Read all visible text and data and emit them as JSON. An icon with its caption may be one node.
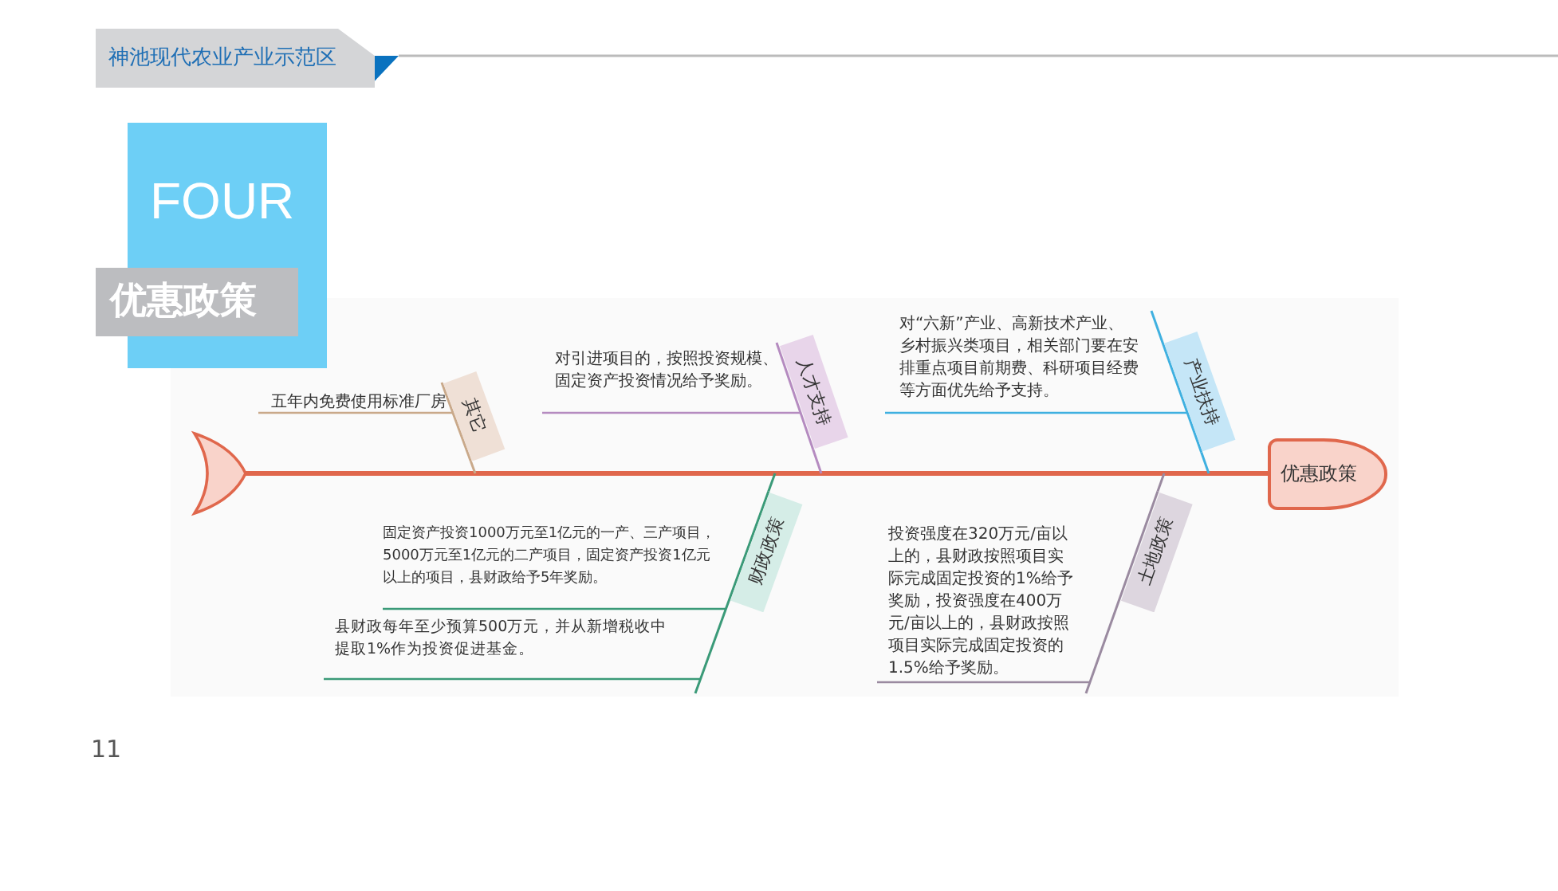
{
  "diagram": {
    "nodes": [
      {
        "text": [
          "神池现代农业产业示范区"
        ]
      },
      {
        "text": [
          "FOUR"
        ]
      },
      {
        "text": [
          "优惠政策"
        ]
      },
      {
        "text": [
          "优惠政策"
        ]
      },
      {
        "text": [],
        "shape": "fin"
      },
      {
        "text": [
          "其它"
        ],
        "beside": [
          "五年内免费使用标准厂房"
        ]
      },
      {
        "text": [
          "人才支持"
        ],
        "beside": [
          "对引进项目的，按照投资规模、固定资产投资情况给予奖励。"
        ]
      },
      {
        "text": [
          "产业扶持"
        ],
        "beside": [
          "对“六新”产业、高新技术产业、乡村振兴类项目，相关部门要在安排重点项目前期费、科研项目经费等方面优先给予支持。"
        ]
      },
      {
        "text": [
          "财政政策"
        ],
        "beside": [
          "固定资产投资1000万元至1亿元的一产、三产项目，5000万元至1亿元的二产项目，固定资产投资1亿元以上的项目，县财政给予5年奖励。",
          "县财政每年至少预算500万元，并从新增税收中提取1%作为投资促进基金。"
        ]
      },
      {
        "text": [
          "土地政策"
        ],
        "beside": [
          "投资强度在320万元/亩以上的，县财政按照项目实际完成固定投资的1%给予奖励，投资强度在400万元/亩以上的，县财政按照项目实际完成固定投资的1.5%给予奖励。"
        ]
      }
    ],
    "edges": [
      {
        "from": 4,
        "to": 3,
        "arrow": "none",
        "style": "thick",
        "color": "#e0674c"
      },
      {
        "from": 5,
        "to": null,
        "arrow": "none",
        "color": "#c9a98a"
      },
      {
        "from": 6,
        "to": null,
        "arrow": "none",
        "color": "#b58bc0"
      },
      {
        "from": 7,
        "to": null,
        "arrow": "none",
        "color": "#3fb0e0"
      },
      {
        "from": 8,
        "to": null,
        "arrow": "none",
        "color": "#3a9a78"
      },
      {
        "from": 9,
        "to": null,
        "arrow": "none",
        "color": "#9a8aa0"
      }
    ],
    "labels": [
      "11"
    ]
  }
}
